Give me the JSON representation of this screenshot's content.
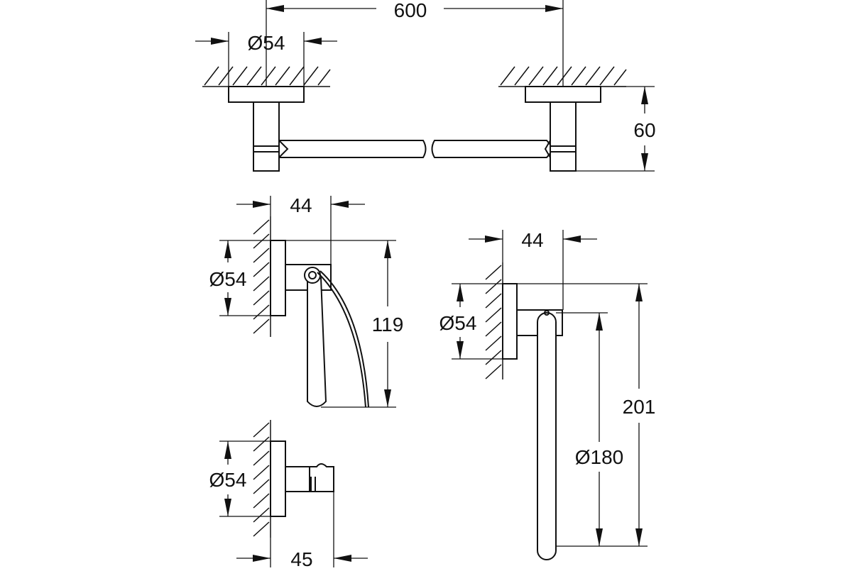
{
  "colors": {
    "line": "#111111",
    "background": "#ffffff"
  },
  "dimensions": {
    "towel_bar_length": "600",
    "towel_bar_rosette_diameter": "Ø54",
    "towel_bar_projection": "60",
    "paper_holder_projection": "44",
    "paper_holder_rosette_diameter": "Ø54",
    "paper_holder_height": "119",
    "towel_ring_projection": "44",
    "towel_ring_rosette_diameter": "Ø54",
    "towel_ring_height": "201",
    "towel_ring_diameter": "Ø180",
    "robe_hook_rosette_diameter": "Ø54",
    "robe_hook_projection": "45"
  }
}
